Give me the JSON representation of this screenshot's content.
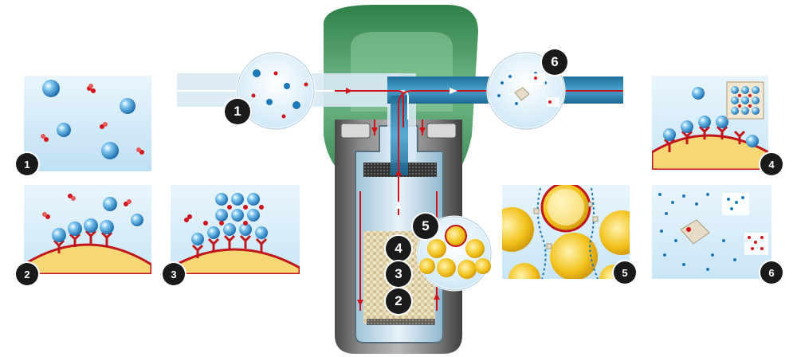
{
  "steps": {
    "s1": "1",
    "s2": "2",
    "s3": "3",
    "s4": "4",
    "s5": "5",
    "s6": "6"
  },
  "colors": {
    "water": "#cfe8f7",
    "waterDeep": "#1d6fa3",
    "bead": "#f2c21b",
    "beadEdge": "#c58a0a",
    "surface": "#f6d776",
    "receptor": "#cc1f1f",
    "housing": "#4c9a62",
    "body": "#6b6b6b",
    "flow": "#d0121b"
  },
  "icons": {
    "particle": "blue-sphere",
    "contaminant": "red-cluster",
    "flake": "crystal-flake"
  }
}
